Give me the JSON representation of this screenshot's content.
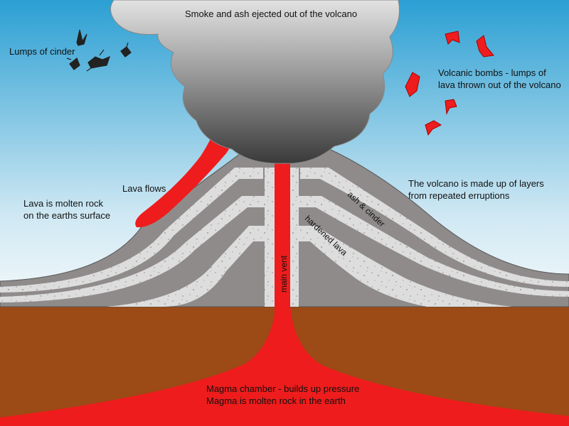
{
  "labels": {
    "smoke": "Smoke and ash ejected out of the volcano",
    "cinder_lumps": "Lumps of cinder",
    "bombs_line1": "Volcanic bombs - lumps of",
    "bombs_line2": "lava thrown out of the volcano",
    "layers_line1": "The volcano is made up of layers",
    "layers_line2": "from repeated erruptions",
    "lava_flows": "Lava flows",
    "lava_def_line1": "Lava is molten rock",
    "lava_def_line2": "on the earths surface",
    "ash_cinder": "ash & cinder",
    "hardened_lava": "hardened lava",
    "main_vent": "main vent",
    "chamber_line1": "Magma chamber - builds up pressure",
    "chamber_line2": "Magma is molten rock in the earth"
  },
  "colors": {
    "sky_top": "#2b9fd3",
    "sky_bottom": "#f2f8fb",
    "ground": "#9c4a16",
    "lava": "#ee1c1c",
    "hardened_lava": "#8f8b8b",
    "ash_cinder": "#dcdcdc",
    "smoke_light": "#d6d6d6",
    "smoke_dark": "#404040"
  },
  "icons": {
    "cinder": "cinder-lump-icon",
    "bomb": "volcanic-bomb-icon"
  }
}
